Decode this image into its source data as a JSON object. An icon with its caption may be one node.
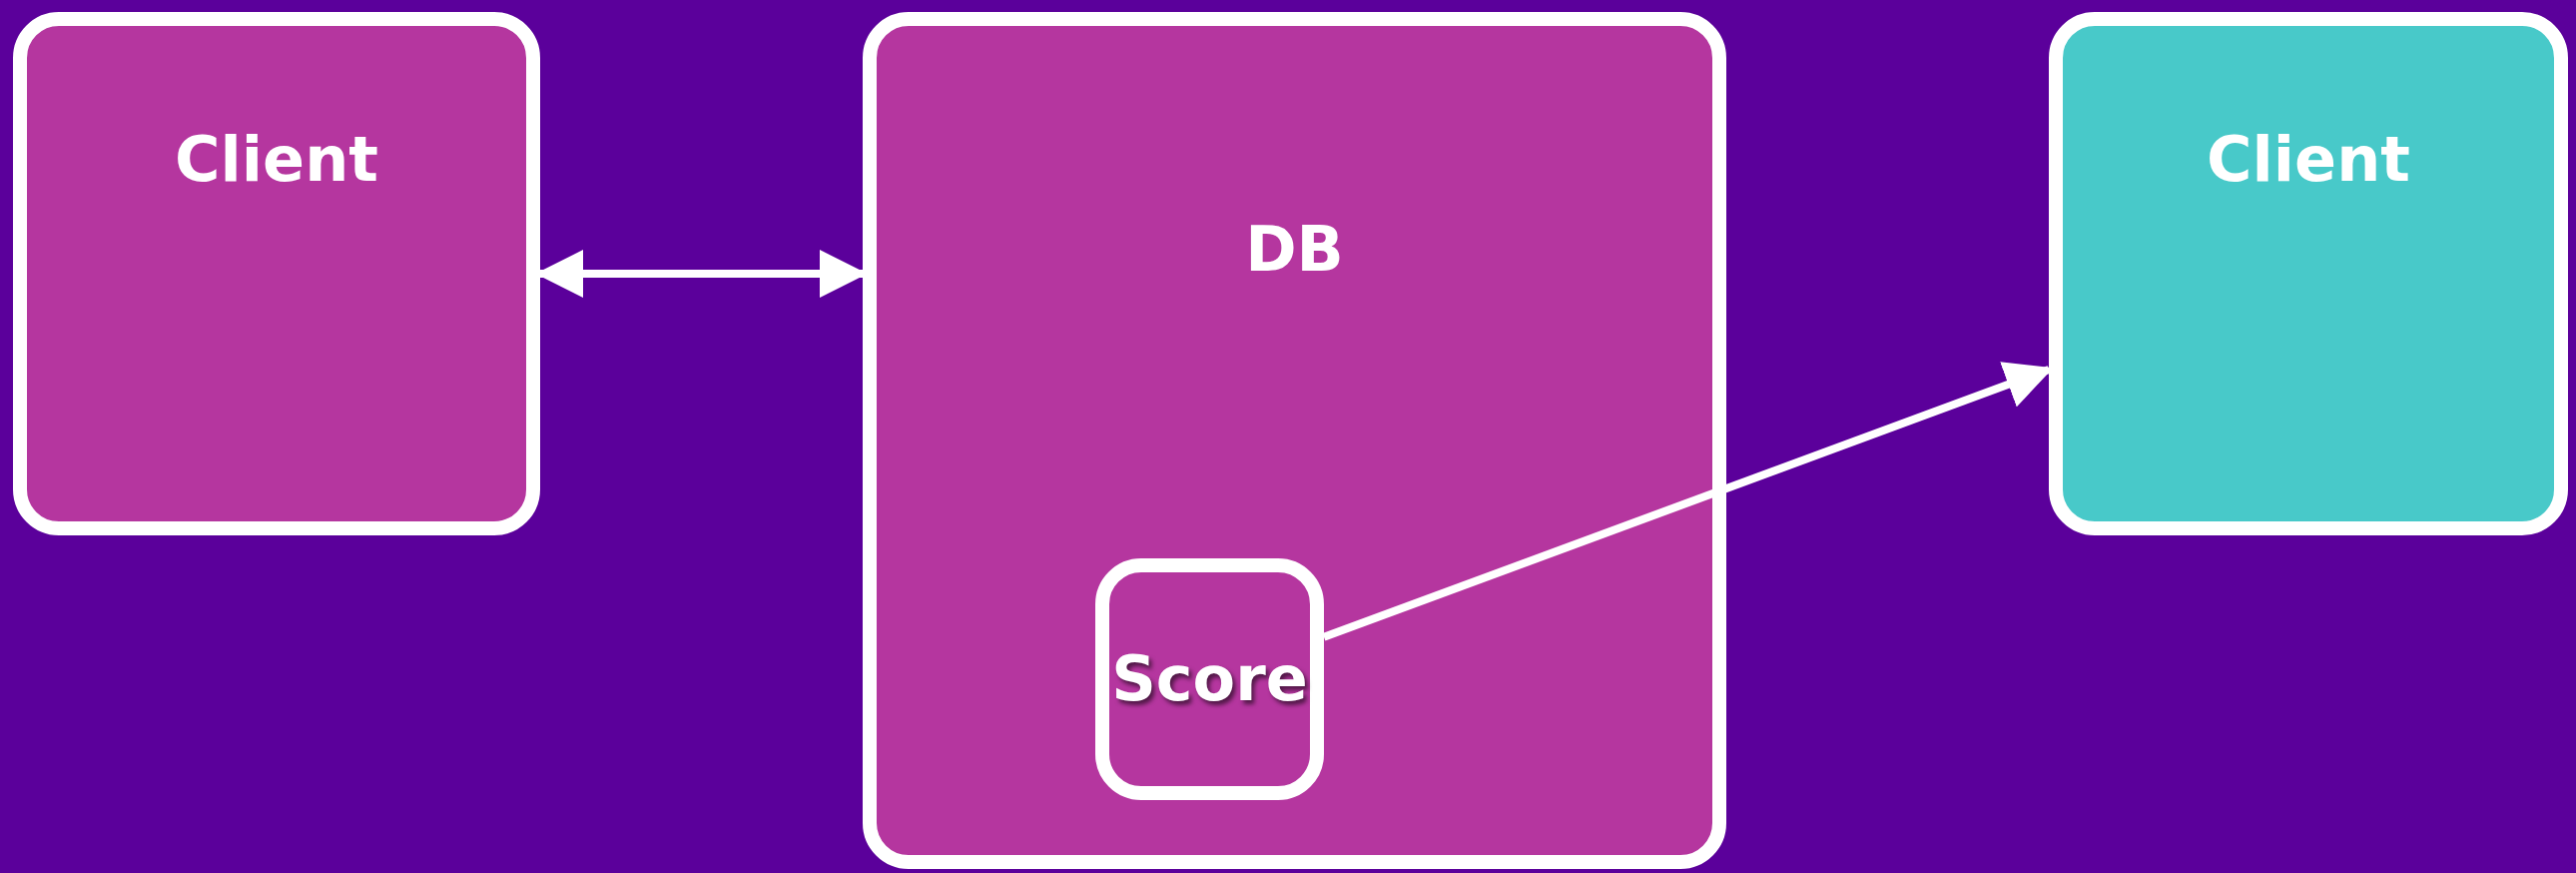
{
  "diagram": {
    "nodes": [
      {
        "text": [
          "Client"
        ]
      },
      {
        "text": [
          "DB"
        ]
      },
      {
        "text": [
          "Score"
        ],
        "in": 1
      },
      {
        "text": [
          "Client"
        ]
      }
    ],
    "edges": [
      {
        "from": 0,
        "to": 1,
        "arrow": "both"
      },
      {
        "from": 2,
        "to": 3,
        "arrow": "to"
      }
    ]
  }
}
